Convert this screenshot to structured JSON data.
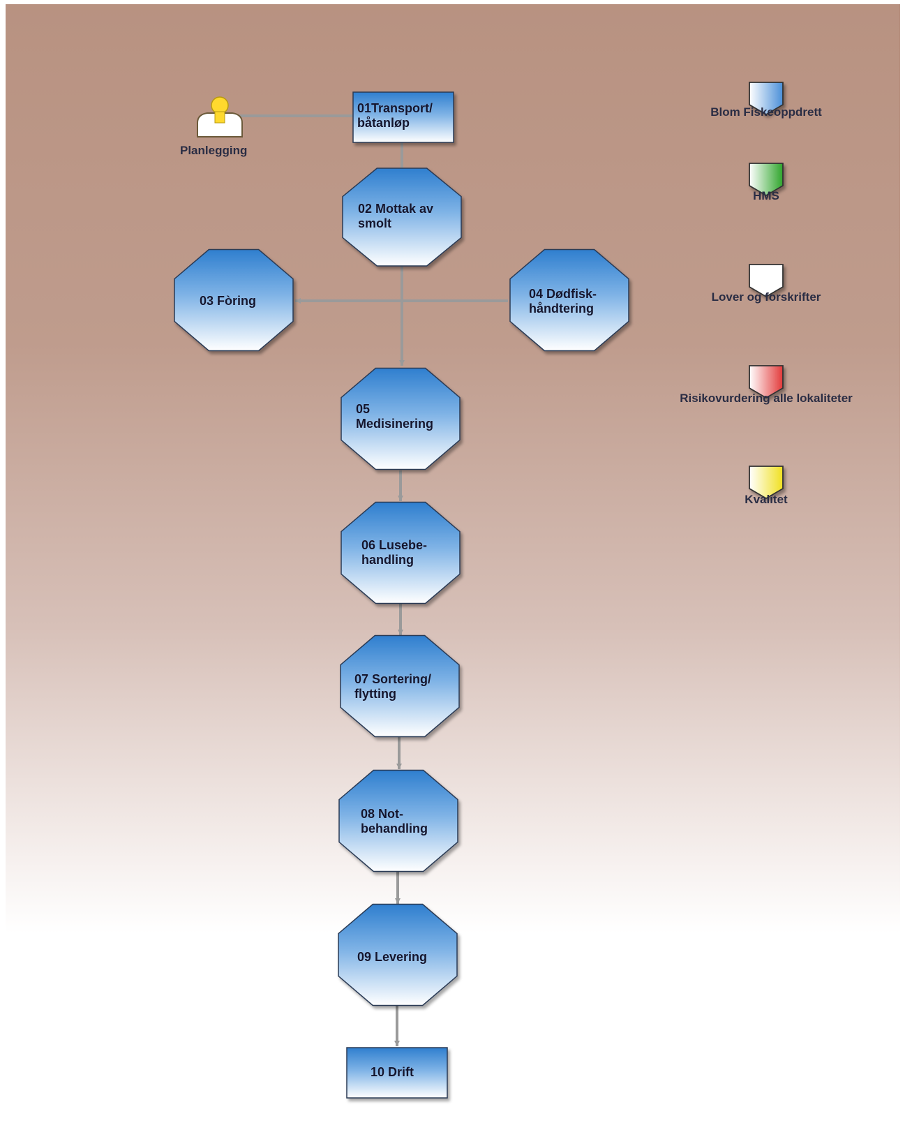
{
  "actor": {
    "label": "Planlegging",
    "icon": "person-icon"
  },
  "nodes": [
    {
      "id": "n01",
      "label": "01Transport/\nbåtanløp",
      "shape": "rect"
    },
    {
      "id": "n02",
      "label": "02 Mottak av\nsmolt",
      "shape": "octagon"
    },
    {
      "id": "n03",
      "label": "03 Fòring",
      "shape": "octagon"
    },
    {
      "id": "n04",
      "label": "04 Dødfisk-\nhåndtering",
      "shape": "octagon"
    },
    {
      "id": "n05",
      "label": "05\nMedisinering",
      "shape": "octagon"
    },
    {
      "id": "n06",
      "label": "06 Lusebe-\nhandling",
      "shape": "octagon"
    },
    {
      "id": "n07",
      "label": "07 Sortering/\nflytting",
      "shape": "octagon"
    },
    {
      "id": "n08",
      "label": "08 Not-\nbehandling",
      "shape": "octagon"
    },
    {
      "id": "n09",
      "label": "09 Levering",
      "shape": "octagon"
    },
    {
      "id": "n10",
      "label": "10 Drift",
      "shape": "rect"
    }
  ],
  "edges": [
    {
      "from": "actor",
      "to": "n01"
    },
    {
      "from": "n01",
      "to": "n02"
    },
    {
      "from": "n02",
      "to": "n03"
    },
    {
      "from": "n02",
      "to": "n04"
    },
    {
      "from": "n02",
      "to": "n05"
    },
    {
      "from": "n05",
      "to": "n06"
    },
    {
      "from": "n06",
      "to": "n07"
    },
    {
      "from": "n07",
      "to": "n08"
    },
    {
      "from": "n08",
      "to": "n09"
    },
    {
      "from": "n09",
      "to": "n10"
    }
  ],
  "legend": [
    {
      "label": "Blom Fiskeoppdrett",
      "color": "#4a8fd8"
    },
    {
      "label": "HMS",
      "color": "#2fa52c"
    },
    {
      "label": "Lover og forskrifter",
      "color": "#ffffff"
    },
    {
      "label": "Risikovurdering alle lokaliteter",
      "color": "#e23a3a"
    },
    {
      "label": "Kvalitet",
      "color": "#f0e020"
    }
  ],
  "colors": {
    "node_top": "#2f7fcf",
    "node_bottom": "#ffffff",
    "connector": "#9a9a9a",
    "text": "#13152e",
    "actor_color": "#ffd92e"
  }
}
